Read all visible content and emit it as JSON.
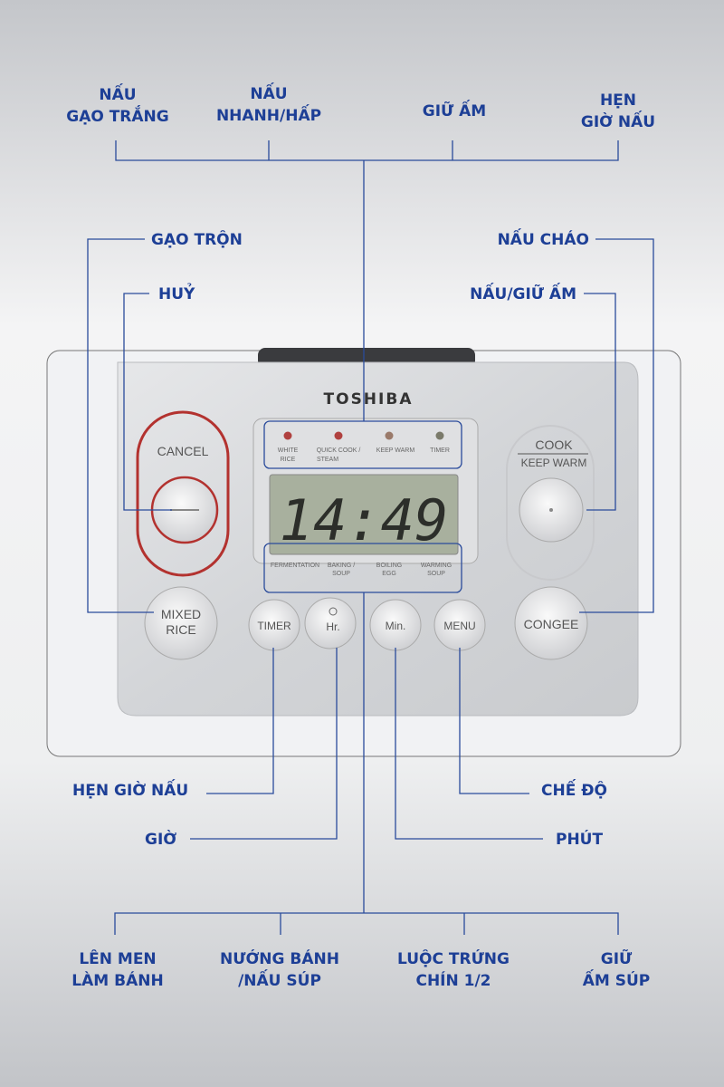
{
  "top_labels": [
    {
      "line1": "NẤU",
      "line2": "GẠO TRẮNG"
    },
    {
      "line1": "NẤU",
      "line2": "NHANH/HẤP"
    },
    {
      "line1": "GIỮ ẤM"
    },
    {
      "line1": "HẸN",
      "line2": "GIỜ NẤU"
    }
  ],
  "side_labels": {
    "mixed_rice": "GẠO TRỘN",
    "cancel": "HUỶ",
    "congee": "NẤU CHÁO",
    "cook_keep_warm": "NẤU/GIỮ ẤM",
    "timer": "HẸN GIỜ NẤU",
    "hour": "GIỜ",
    "menu": "CHẾ ĐỘ",
    "minute": "PHÚT"
  },
  "bottom_labels": [
    {
      "line1": "LÊN MEN",
      "line2": "LÀM BÁNH"
    },
    {
      "line1": "NƯỚNG BÁNH",
      "line2": "/NẤU SÚP"
    },
    {
      "line1": "LUỘC TRỨNG",
      "line2": "CHÍN 1/2"
    },
    {
      "line1": "GIỮ",
      "line2": "ẤM SÚP"
    }
  ],
  "panel": {
    "brand": "TOSHIBA",
    "leds": [
      {
        "line1": "WHITE",
        "line2": "RICE",
        "color": "#b0413f"
      },
      {
        "line1": "QUICK COOK /",
        "line2": "STEAM",
        "color": "#b0413f"
      },
      {
        "line1": "KEEP WARM",
        "line2": "",
        "color": "#9a7a6a"
      },
      {
        "line1": "TIMER",
        "line2": "",
        "color": "#7a7a6a"
      }
    ],
    "display_time": "14:49",
    "menu_modes": [
      {
        "line1": "FERMENTATION",
        "line2": ""
      },
      {
        "line1": "BAKING /",
        "line2": "SOUP"
      },
      {
        "line1": "BOILING",
        "line2": "EGG"
      },
      {
        "line1": "WARMING",
        "line2": "SOUP"
      }
    ],
    "buttons": {
      "cancel": "CANCEL",
      "mixed_rice_1": "MIXED",
      "mixed_rice_2": "RICE",
      "timer": "TIMER",
      "hour": "Hr.",
      "minute": "Min.",
      "menu": "MENU",
      "cook": "COOK",
      "keep_warm": "KEEP WARM",
      "congee": "CONGEE"
    }
  },
  "colors": {
    "label": "#1d3f96",
    "cancel_ring": "#b3322f",
    "lcd": "#a8b09e"
  }
}
